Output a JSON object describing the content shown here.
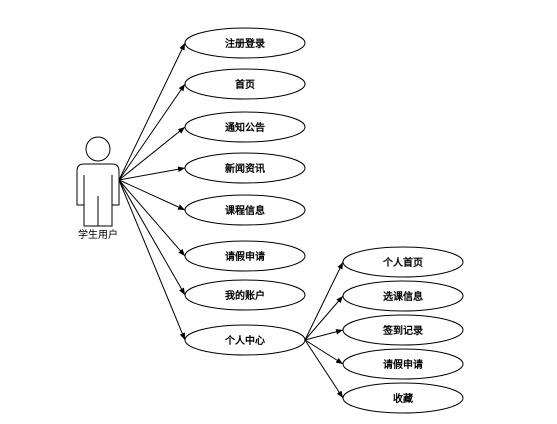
{
  "actor": {
    "label": "学生用户"
  },
  "use_cases": [
    {
      "id": "register-login",
      "label": "注册登录"
    },
    {
      "id": "home",
      "label": "首页"
    },
    {
      "id": "notice",
      "label": "通知公告"
    },
    {
      "id": "news",
      "label": "新闻资讯"
    },
    {
      "id": "course-info",
      "label": "课程信息"
    },
    {
      "id": "leave-application",
      "label": "请假申请"
    },
    {
      "id": "my-account",
      "label": "我的账户"
    },
    {
      "id": "personal-center",
      "label": "个人中心"
    }
  ],
  "personal_center_items": [
    {
      "id": "personal-home",
      "label": "个人首页"
    },
    {
      "id": "course-selection",
      "label": "选课信息"
    },
    {
      "id": "sign-in-record",
      "label": "签到记录"
    },
    {
      "id": "leave-application-sub",
      "label": "请假申请"
    },
    {
      "id": "favorites",
      "label": "收藏"
    }
  ]
}
